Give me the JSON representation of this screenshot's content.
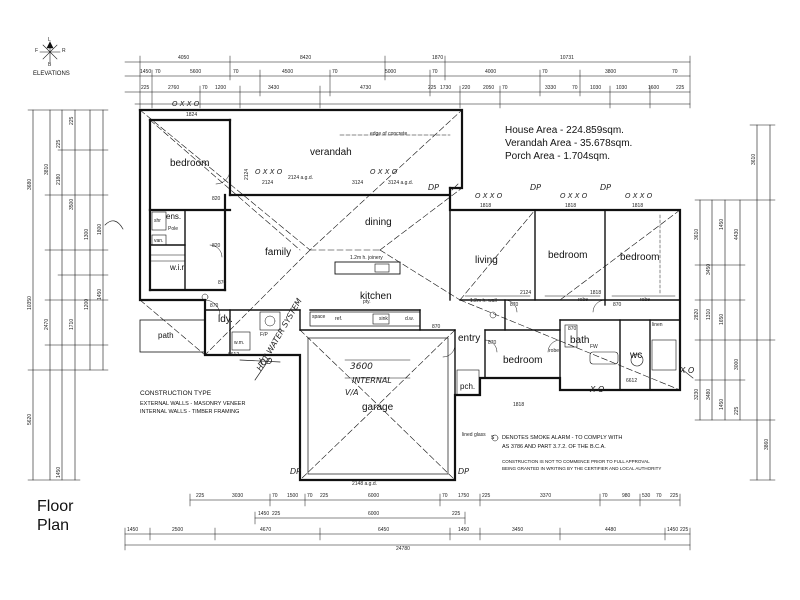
{
  "title": {
    "line1": "Floor",
    "line2": "Plan"
  },
  "compass": {
    "marks": [
      "F",
      "L",
      "R",
      "B"
    ],
    "label": "ELEVATIONS"
  },
  "areas": [
    "House Area - 224.859sqm.",
    "Verandah Area - 35.678sqm.",
    "Porch Area - 1.704sqm."
  ],
  "rooms": {
    "bedroom1": "bedroom",
    "verandah": "verandah",
    "ensuite": "ens.",
    "wir": "w.i.r.",
    "family": "family",
    "dining": "dining",
    "living": "living",
    "bedroom2": "bedroom",
    "bedroom3": "bedroom",
    "kitchen": "kitchen",
    "laundry": "ldy.",
    "path": "path",
    "entry": "entry",
    "porch": "pch.",
    "bedroom4": "bedroom",
    "bath": "bath",
    "wc": "wc",
    "garage": "garage"
  },
  "fixtures": {
    "edge_of_concrete": "edge of concrete",
    "pole": "Pole",
    "bench": "1.2m h. joinery",
    "pantry": "pty.",
    "robe1": "robe",
    "robe2": "robe",
    "robe3": "robe",
    "linen": "linen",
    "wall_note": "1.2m h. wall",
    "sink": "sink",
    "space": "space",
    "fridge": "ref.",
    "wash": "w.m.",
    "dishwasher": "d.w.",
    "fw": "FW",
    "fp": "F/P",
    "shower": "shr",
    "vanity": "van.",
    "lined_glass": "lined glass"
  },
  "construction": {
    "heading": "CONSTRUCTION TYPE",
    "line1": "EXTERNAL WALLS  -  MASONRY VENEER",
    "line2": "INTERNAL WALLS  -  TIMBER FRAMING"
  },
  "smoke_note": {
    "symbol": "S",
    "line1": "DENOTES SMOKE ALARM - TO COMPLY WITH",
    "line2": "AS 3786 AND PART 3.7.2.  OF THE B.C.A."
  },
  "approval_note": {
    "line1": "CONSTRUCTION IS NOT TO COMMENCE PRIOR TO FULL APPROVAL",
    "line2": "BEING GRANTED IN WRITING BY THE CERTIFIER AND LOCAL AUTHORITY"
  },
  "handwritten": {
    "hot_water": "HOT WATER SYSTEM",
    "garage_note1": "3600",
    "garage_note2": "INTERNAL",
    "garage_note3": "V/A",
    "dp1": "DP",
    "dp2": "DP",
    "dp3": "DP",
    "dp4": "DP",
    "dp5": "DP",
    "xo1": "X O",
    "xo2": "X O",
    "xo3": "X O",
    "oxxo1": "O X X O",
    "oxxo2": "O X X O",
    "oxxo3": "O X X O",
    "oxxo4": "O X X O",
    "oxxo5": "O X X O",
    "oxxo6": "O X X O"
  },
  "dims_top": {
    "row1": [
      "4050",
      "8420",
      "1870",
      "10731"
    ],
    "row2": [
      "1450",
      "70",
      "5600",
      "70",
      "4500",
      "70",
      "5000",
      "70",
      "4000",
      "70",
      "3800",
      "70"
    ],
    "row3": [
      "225",
      "2760",
      "70",
      "1200",
      "3430",
      "4730",
      "225",
      "1730",
      "220",
      "2050",
      "70",
      "3330",
      "70",
      "1030",
      "1030",
      "1600",
      "225"
    ]
  },
  "dims_bottom": {
    "row1": [
      "225",
      "3030",
      "70",
      "1500",
      "70",
      "225",
      "6000",
      "70",
      "1750",
      "225",
      "3370",
      "70",
      "980",
      "530",
      "70",
      "225"
    ],
    "row2": [
      "1450",
      "225",
      "6000",
      "225"
    ],
    "row3": [
      "1450",
      "2500",
      "4670",
      "6450",
      "1450",
      "3450",
      "4480",
      "1450",
      "225"
    ],
    "total": "24780"
  },
  "dims_left": [
    "3680",
    "3810",
    "225",
    "2180",
    "3500",
    "1300",
    "1800",
    "2470",
    "1710",
    "10350",
    "1200",
    "1450",
    "5620",
    "1450",
    "225"
  ],
  "dims_right": [
    "3610",
    "3450",
    "1450",
    "4430",
    "2820",
    "1310",
    "1650",
    "3000",
    "3230",
    "3480",
    "1450",
    "225",
    "3610",
    "3860"
  ],
  "interior_dims": [
    "1824",
    "2124",
    "2124 a.g.d.",
    "2124",
    "3124",
    "3124 a.g.d.",
    "1818",
    "1818",
    "1818",
    "2124",
    "1818",
    "1818",
    "6612",
    "6612",
    "2148 a.g.d.",
    "870",
    "870",
    "870",
    "870",
    "870",
    "870",
    "870",
    "820",
    "820"
  ]
}
